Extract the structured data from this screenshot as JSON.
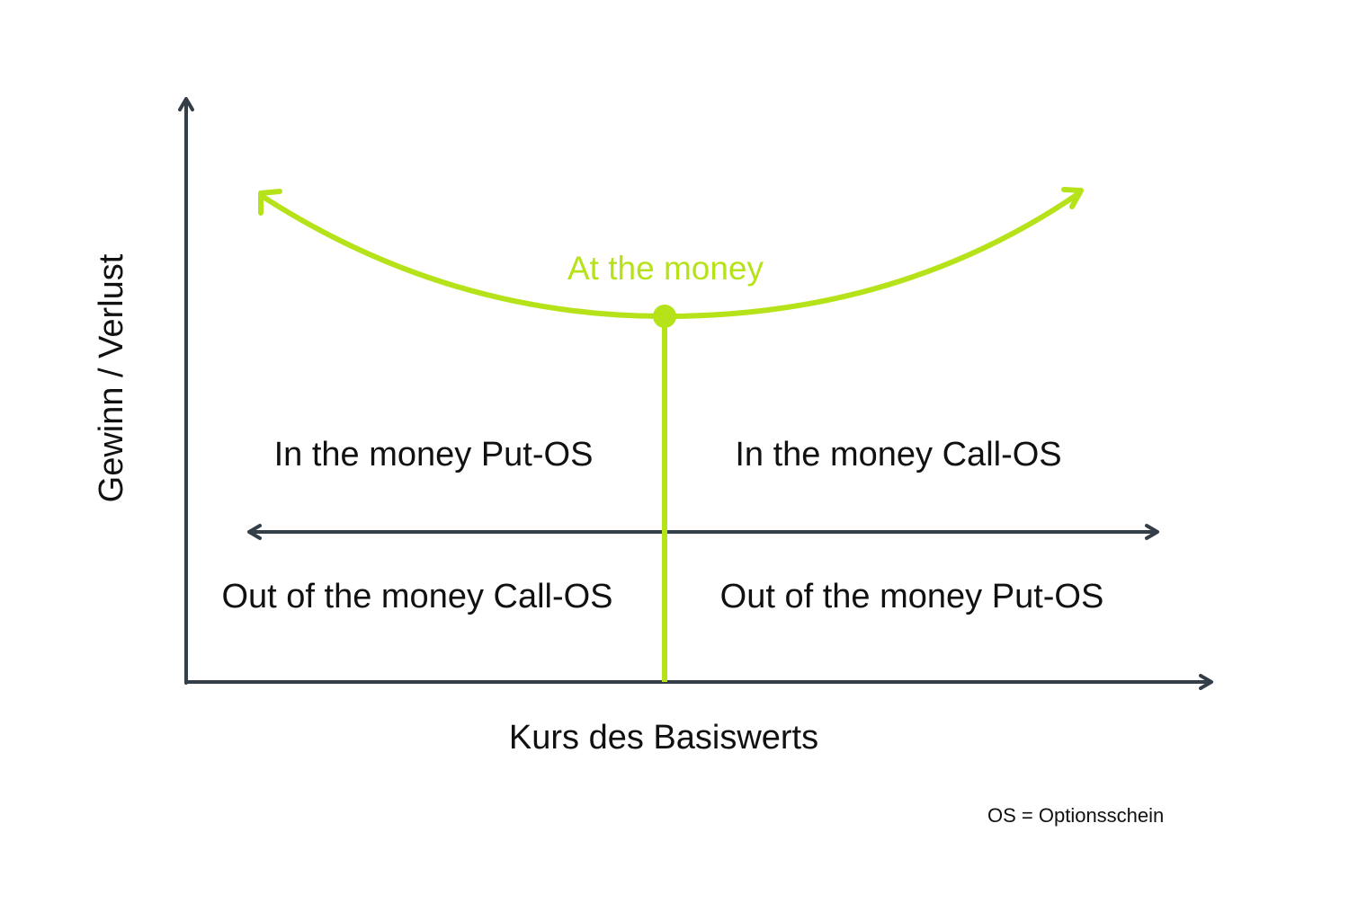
{
  "diagram": {
    "y_axis_label": "Gewinn / Verlust",
    "x_axis_label": "Kurs des Basiswerts",
    "at_the_money_label": "At the money",
    "quadrants": {
      "top_left": "In the money Put-OS",
      "top_right": "In the money Call-OS",
      "bottom_left": "Out of the money Call-OS",
      "bottom_right": "Out of the money Put-OS"
    },
    "footnote": "OS = Optionsschein"
  },
  "colors": {
    "accent": "#b6e219",
    "axis": "#333e48",
    "text": "#111111",
    "background": "#ffffff"
  }
}
